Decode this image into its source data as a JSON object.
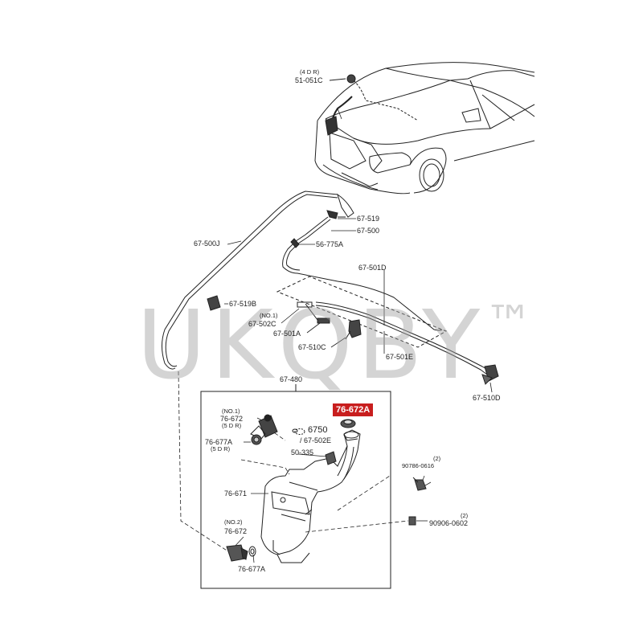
{
  "watermark": {
    "text": "UKQBY",
    "tm": "™"
  },
  "labels": {
    "4dr": "(4 D R)",
    "p51_051c": "51-051C",
    "p67_519": "67-519",
    "p67_500": "67-500",
    "p56_775a": "56-775A",
    "p67_500j": "67-500J",
    "p67_501d": "67-501D",
    "p67_519b": "67-519B",
    "no1_a": "(NO.1)",
    "p67_502c": "67-502C",
    "p67_501a": "67-501A",
    "p67_510c": "67-510C",
    "p67_501e": "67-501E",
    "p67_480": "67-480",
    "p67_510d": "67-510D",
    "no1_b": "(NO.1)",
    "p76_672_a": "76-672",
    "5dr_a": "(5 D R)",
    "p76_672a_hl": "76-672A",
    "p6750": "6750",
    "p67_502e": "/ 67-502E",
    "p76_677a_a": "76-677A",
    "5dr_b": "(5 D R)",
    "p50_335": "50-335",
    "qty2_a": "(2)",
    "p90786": "90786-0616",
    "p76_671": "76-671",
    "qty2_b": "(2)",
    "p90906": "90906-0602",
    "no2": "(NO.2)",
    "p76_672_b": "76-672",
    "p76_677a_b": "76-677A"
  }
}
